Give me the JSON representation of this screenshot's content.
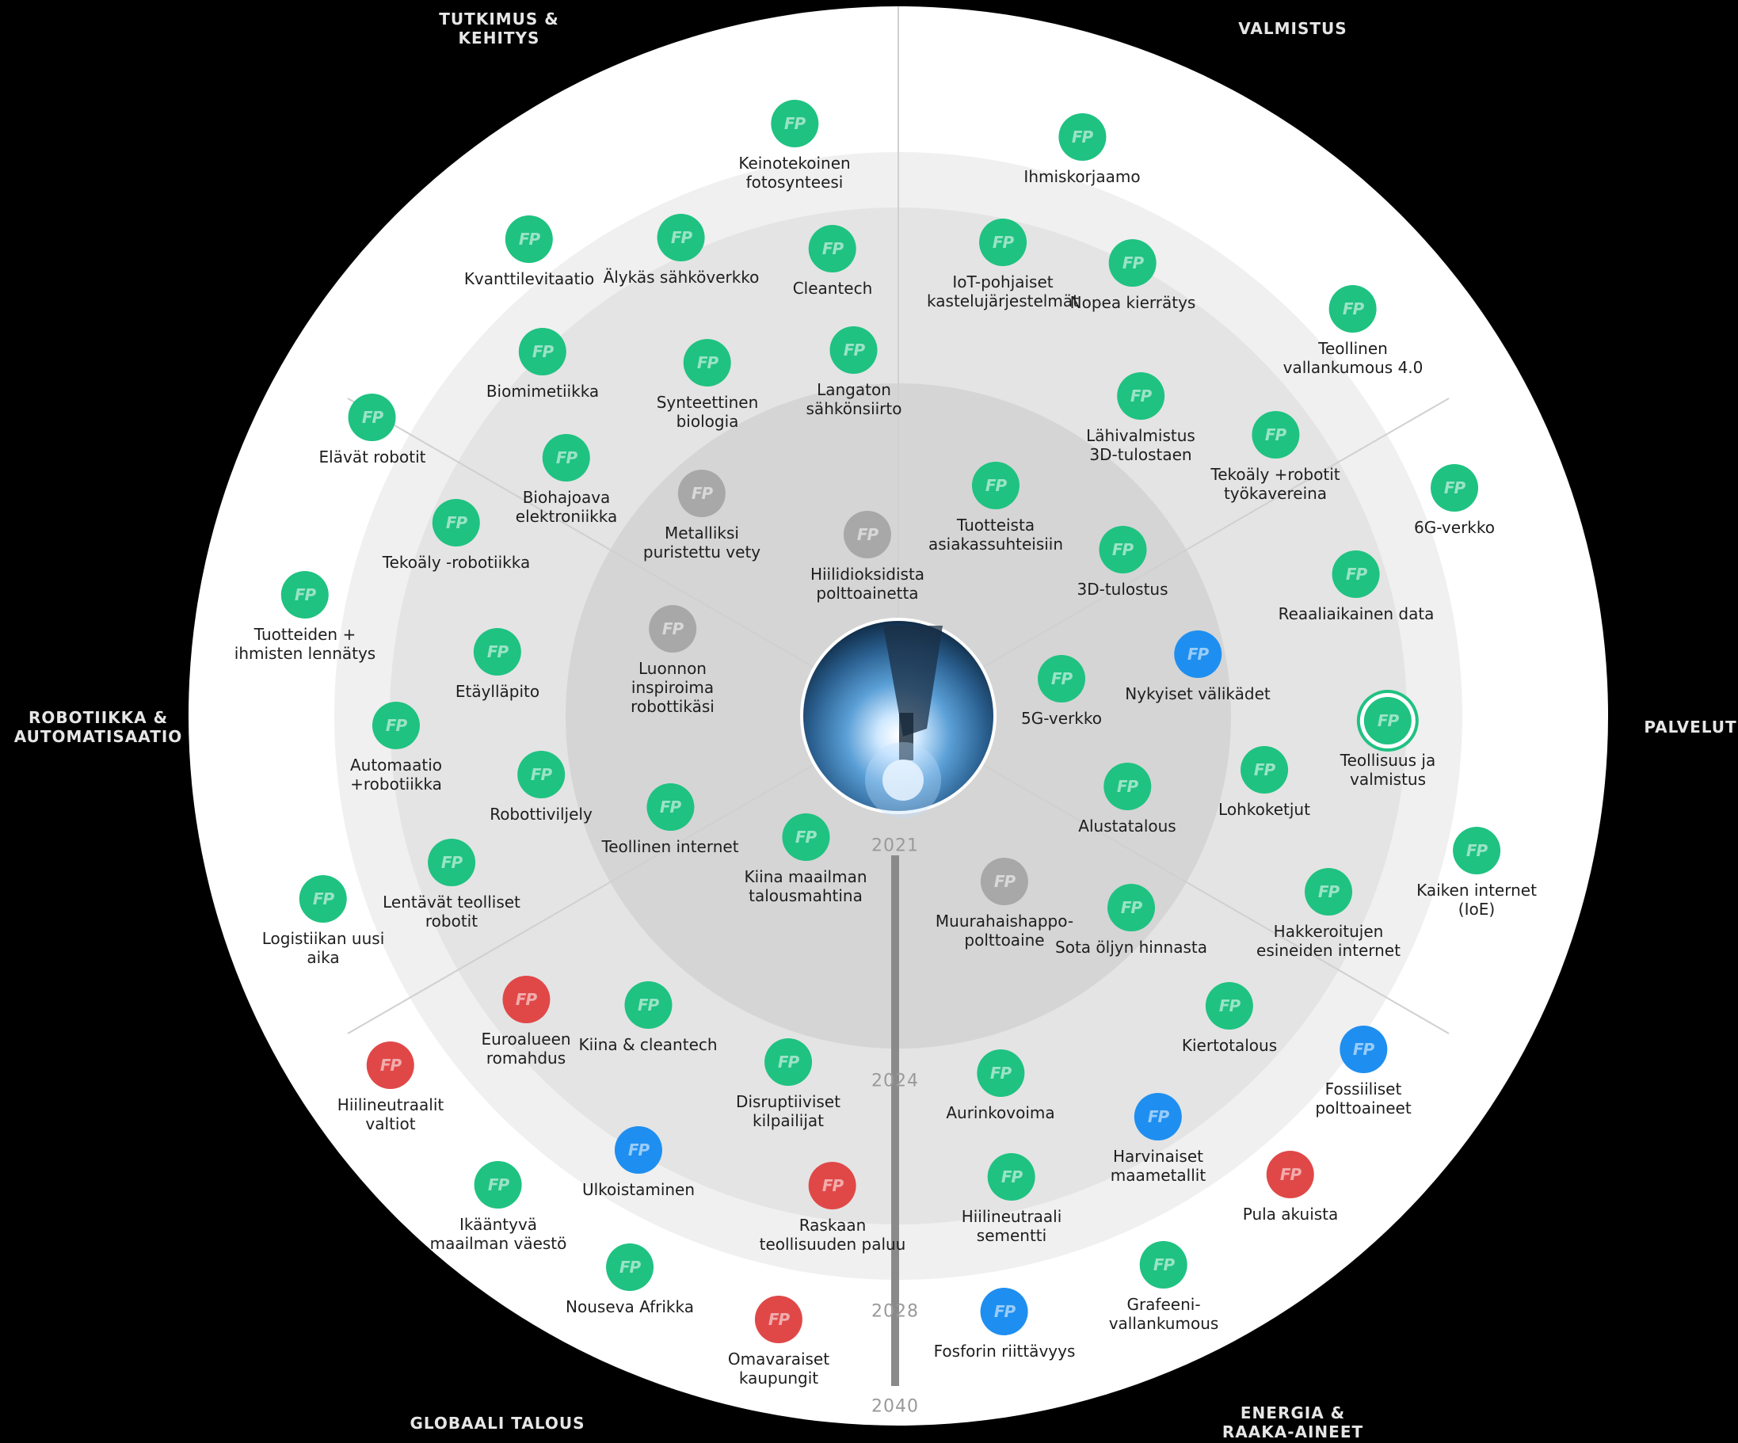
{
  "colors": {
    "green": "#1fc281",
    "gray": "#a8a8a8",
    "blue": "#1e8ff0",
    "red": "#e04848",
    "ring_outer": "#ffffff",
    "ring_2": "#f0f0f0",
    "ring_3": "#e2e2e2",
    "ring_4": "#d4d4d4",
    "background": "#000000"
  },
  "badge_text": "FP",
  "sectors": {
    "research": "TUTKIMUS &\nKEHITYS",
    "manufacturing": "VALMISTUS",
    "robotics": "ROBOTIIKKA &\nAUTOMATISAATIO",
    "services": "PALVELUT",
    "economy": "GLOBAALI TALOUS",
    "energy": "ENERGIA &\nRAAKA-AINEET"
  },
  "timeline": [
    "2021",
    "2024",
    "2028",
    "2040"
  ],
  "center_image": "industrial-welding-robot",
  "items": [
    {
      "label": "Keinotekoinen\nfotosynteesi",
      "color": "green"
    },
    {
      "label": "Ihmiskorjaamo",
      "color": "green"
    },
    {
      "label": "Kvanttilevitaatio",
      "color": "green"
    },
    {
      "label": "Älykäs sähköverkko",
      "color": "green"
    },
    {
      "label": "Cleantech",
      "color": "green"
    },
    {
      "label": "IoT-pohjaiset\nkastelujärjestelmät",
      "color": "green"
    },
    {
      "label": "Nopea kierrätys",
      "color": "green"
    },
    {
      "label": "Teollinen\nvallankumous 4.0",
      "color": "green"
    },
    {
      "label": "Biomimetiikka",
      "color": "green"
    },
    {
      "label": "Synteettinen\nbiologia",
      "color": "green"
    },
    {
      "label": "Langaton\nsähkönsiirto",
      "color": "green"
    },
    {
      "label": "Lähivalmistus\n3D-tulostaen",
      "color": "green"
    },
    {
      "label": "Elävät robotit",
      "color": "green"
    },
    {
      "label": "Biohajoava\nelektroniikka",
      "color": "green"
    },
    {
      "label": "Tekoäly +robotit\ntyökavereina",
      "color": "green"
    },
    {
      "label": "Metalliksi\npuristettu vety",
      "color": "gray"
    },
    {
      "label": "Tuotteista\nasiakassuhteisiin",
      "color": "green"
    },
    {
      "label": "6G-verkko",
      "color": "green"
    },
    {
      "label": "Hiilidioksidista\npolttoainetta",
      "color": "gray"
    },
    {
      "label": "Tekoäly -robotiikka",
      "color": "green"
    },
    {
      "label": "3D-tulostus",
      "color": "green"
    },
    {
      "label": "Tuotteiden +\nihmisten lennätys",
      "color": "green"
    },
    {
      "label": "Reaaliaikainen data",
      "color": "green"
    },
    {
      "label": "Etäylläpito",
      "color": "green"
    },
    {
      "label": "Luonnon\ninspiroima\nrobottikäsi",
      "color": "gray"
    },
    {
      "label": "Nykyiset välikädet",
      "color": "blue"
    },
    {
      "label": "5G-verkko",
      "color": "green"
    },
    {
      "label": "Teollisuus ja\nvalmistus",
      "color": "green",
      "highlight": true
    },
    {
      "label": "Automaatio\n+robotiikka",
      "color": "green"
    },
    {
      "label": "Robottiviljely",
      "color": "green"
    },
    {
      "label": "Teollinen internet",
      "color": "green"
    },
    {
      "label": "Alustatalous",
      "color": "green"
    },
    {
      "label": "Lohkoketjut",
      "color": "green"
    },
    {
      "label": "Kaiken internet\n(IoE)",
      "color": "green"
    },
    {
      "label": "Kiina maailman\ntalousmahtina",
      "color": "green"
    },
    {
      "label": "Lentävät teolliset\nrobotit",
      "color": "green"
    },
    {
      "label": "Logistiikan uusi\naika",
      "color": "green"
    },
    {
      "label": "Muurahaishappo-\npolttoaine",
      "color": "gray"
    },
    {
      "label": "Sota öljyn hinnasta",
      "color": "green"
    },
    {
      "label": "Hakkeroitujen\nesineiden internet",
      "color": "green"
    },
    {
      "label": "Euroalueen\nromahdus",
      "color": "red"
    },
    {
      "label": "Kiina & cleantech",
      "color": "green"
    },
    {
      "label": "Kiertotalous",
      "color": "green"
    },
    {
      "label": "Fossiiliset\npolttoaineet",
      "color": "blue"
    },
    {
      "label": "Hiilineutraalit\nvaltiot",
      "color": "red"
    },
    {
      "label": "Disruptiiviset\nkilpailijat",
      "color": "green"
    },
    {
      "label": "Aurinkovoima",
      "color": "green"
    },
    {
      "label": "Harvinaiset\nmaametallit",
      "color": "blue"
    },
    {
      "label": "Ulkoistaminen",
      "color": "blue"
    },
    {
      "label": "Pula akuista",
      "color": "red"
    },
    {
      "label": "Ikääntyvä\nmaailman väestö",
      "color": "green"
    },
    {
      "label": "Raskaan\nteollisuuden paluu",
      "color": "red"
    },
    {
      "label": "Hiilineutraali\nsementti",
      "color": "green"
    },
    {
      "label": "Nouseva Afrikka",
      "color": "green"
    },
    {
      "label": "Grafeeni-\nvallankumous",
      "color": "green"
    },
    {
      "label": "Omavaraiset\nkaupungit",
      "color": "red"
    },
    {
      "label": "Fosforin riittävyys",
      "color": "blue"
    }
  ]
}
